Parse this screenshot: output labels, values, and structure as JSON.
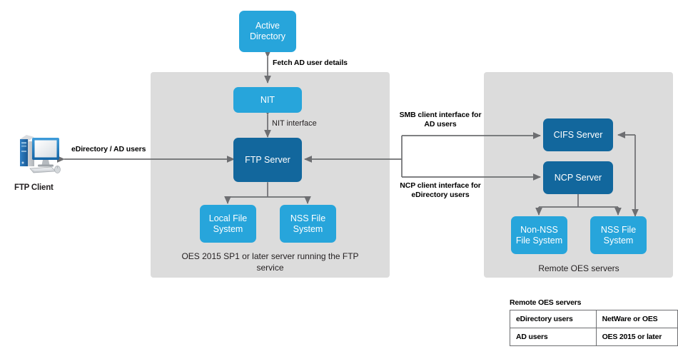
{
  "diagram": {
    "title": "OES FTP server architecture",
    "colors": {
      "node_light": "#27a5db",
      "node_dark": "#12679d",
      "panel": "#dcdcdc",
      "wire": "#6d6e71",
      "text": "#231f20"
    }
  },
  "client": {
    "label": "FTP Client",
    "icon": "desktop-computer-icon"
  },
  "nodes": {
    "active_directory": "Active Directory",
    "nit": "NIT",
    "ftp_server": "FTP Server",
    "local_file_system": "Local File System",
    "nss_file_system_local": "NSS File System",
    "cifs_server": "CIFS Server",
    "ncp_server": "NCP Server",
    "non_nss_file_system": "Non-NSS File System",
    "nss_file_system_remote": "NSS File System"
  },
  "panels": {
    "left_caption": "OES 2015 SP1 or later server running the FTP service",
    "right_caption": "Remote OES servers"
  },
  "edge_labels": {
    "fetch_ad": "Fetch AD user details",
    "nit_interface": "NIT interface",
    "client_users": "eDirectory / AD users",
    "smb_interface": "SMB client interface for AD users",
    "ncp_interface": "NCP client interface for eDirectory users"
  },
  "legend": {
    "title": "Remote OES servers",
    "rows": [
      {
        "user_type": "eDirectory users",
        "platform": "NetWare or OES"
      },
      {
        "user_type": "AD users",
        "platform": "OES 2015 or later"
      }
    ]
  }
}
